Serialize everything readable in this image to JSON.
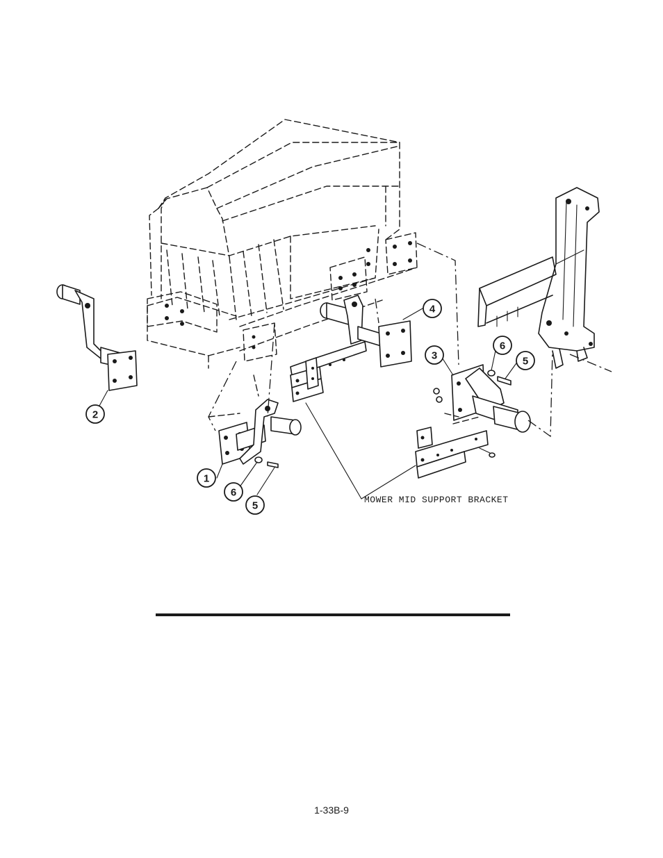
{
  "figure": {
    "callouts": {
      "c1": "1",
      "c2": "2",
      "c3": "3",
      "c4": "4",
      "c5a": "5",
      "c5b": "5",
      "c6a": "6",
      "c6b": "6"
    },
    "label": "MOWER MID SUPPORT BRACKET"
  },
  "footer": {
    "page_number": "1-33B-9"
  }
}
